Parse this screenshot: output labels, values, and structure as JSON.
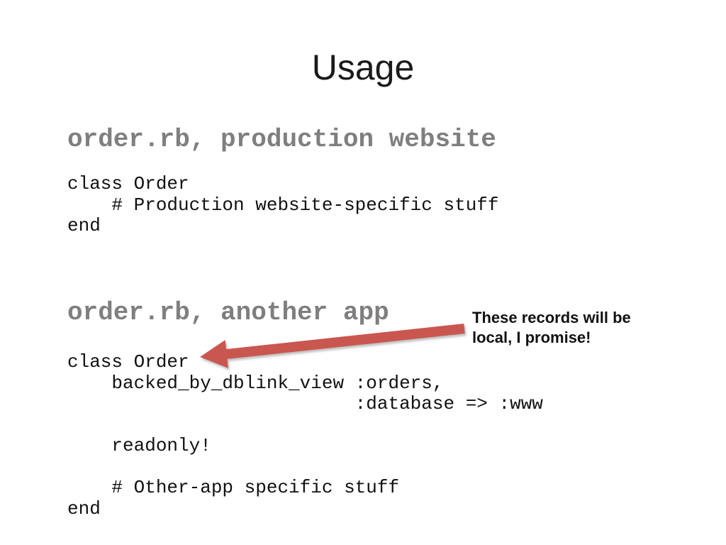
{
  "slide": {
    "title": "Usage",
    "sections": [
      {
        "heading": "order.rb, production website",
        "code": "class Order\n    # Production website-specific stuff\nend"
      },
      {
        "heading": "order.rb, another app",
        "code": "class Order\n    backed_by_dblink_view :orders,\n                          :database => :www\n\n    readonly!\n\n    # Other-app specific stuff\nend"
      }
    ],
    "callout": {
      "text": "These records will be\nlocal, I promise!",
      "arrow_color": "#c9574f"
    },
    "colors": {
      "background": "#ffffff",
      "heading_gray": "#7f7f7f",
      "code_black": "#111111"
    }
  }
}
